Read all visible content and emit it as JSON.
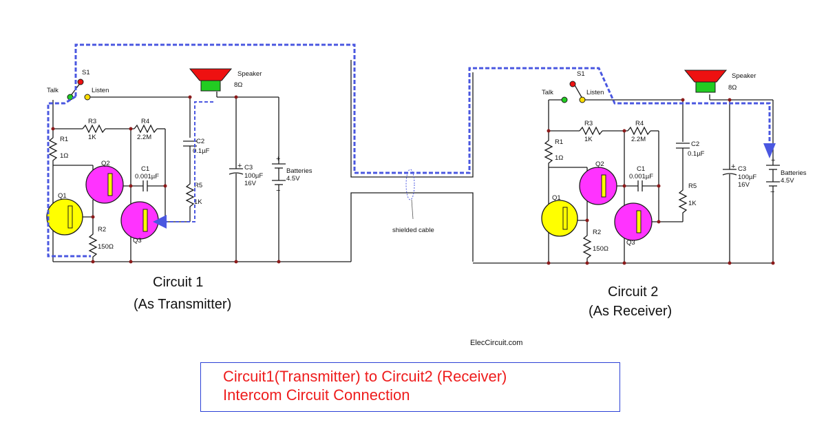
{
  "circuit1": {
    "title": "Circuit 1",
    "subtitle": "(As Transmitter)",
    "switch": "S1",
    "talk": "Talk",
    "listen": "Listen",
    "speaker": "Speaker",
    "speaker_ohm": "8Ω",
    "r1": "R1",
    "r1_val": "1Ω",
    "r2": "R2",
    "r2_val": "150Ω",
    "r3": "R3",
    "r3_val": "1K",
    "r4": "R4",
    "r4_val": "2.2M",
    "r5": "R5",
    "r5_val": "1K",
    "c1": "C1",
    "c1_val": "0.001µF",
    "c2": "C2",
    "c2_val": "0.1µF",
    "c3": "C3",
    "c3_val1": "100µF",
    "c3_val2": "16V",
    "q1": "Q1",
    "q2": "Q2",
    "q3": "Q3",
    "batteries": "Batteries",
    "batteries_val": "4.5V"
  },
  "circuit2": {
    "title": "Circuit 2",
    "subtitle": "(As Receiver)",
    "switch": "S1",
    "talk": "Talk",
    "listen": "Listen",
    "speaker": "Speaker",
    "speaker_ohm": "8Ω",
    "r1": "R1",
    "r1_val": "1Ω",
    "r2": "R2",
    "r2_val": "150Ω",
    "r3": "R3",
    "r3_val": "1K",
    "r4": "R4",
    "r4_val": "2.2M",
    "r5": "R5",
    "r5_val": "1K",
    "c1": "C1",
    "c1_val": "0.001µF",
    "c2": "C2",
    "c2_val": "0.1µF",
    "c3": "C3",
    "c3_val1": "100µF",
    "c3_val2": "16V",
    "q1": "Q1",
    "q2": "Q2",
    "q3": "Q3",
    "batteries": "Batteries",
    "batteries_val": "4.5V"
  },
  "cable_label": "shielded cable",
  "credit": "ElecCircuit.com",
  "caption": {
    "line1": "Circuit1(Transmitter) to Circuit2 (Receiver)",
    "line2": "Intercom Circuit Connection"
  },
  "colors": {
    "wire": "#1a1a1a",
    "signal_path": "#4a57e0",
    "transistor_q1": "#ffff00",
    "transistor_q2q3": "#ff00ff",
    "speaker_horn": "#ee1111",
    "speaker_coil": "#22cc22",
    "caption_text": "#ee1c1c",
    "caption_border": "#2a3fd6"
  }
}
